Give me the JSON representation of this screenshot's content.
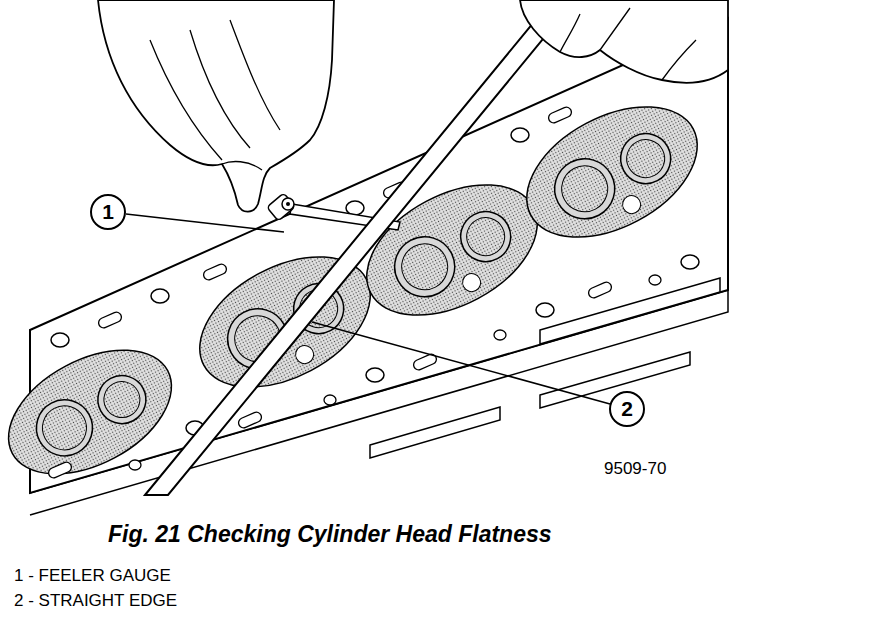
{
  "diagram": {
    "caption": "Fig. 21 Checking Cylinder Head Flatness",
    "nodes": [
      {
        "text": [
          "1"
        ]
      },
      {
        "text": [
          "2"
        ]
      }
    ],
    "labels": [
      "9509-70",
      "1 - FEELER GAUGE",
      "2 - STRAIGHT EDGE"
    ]
  }
}
